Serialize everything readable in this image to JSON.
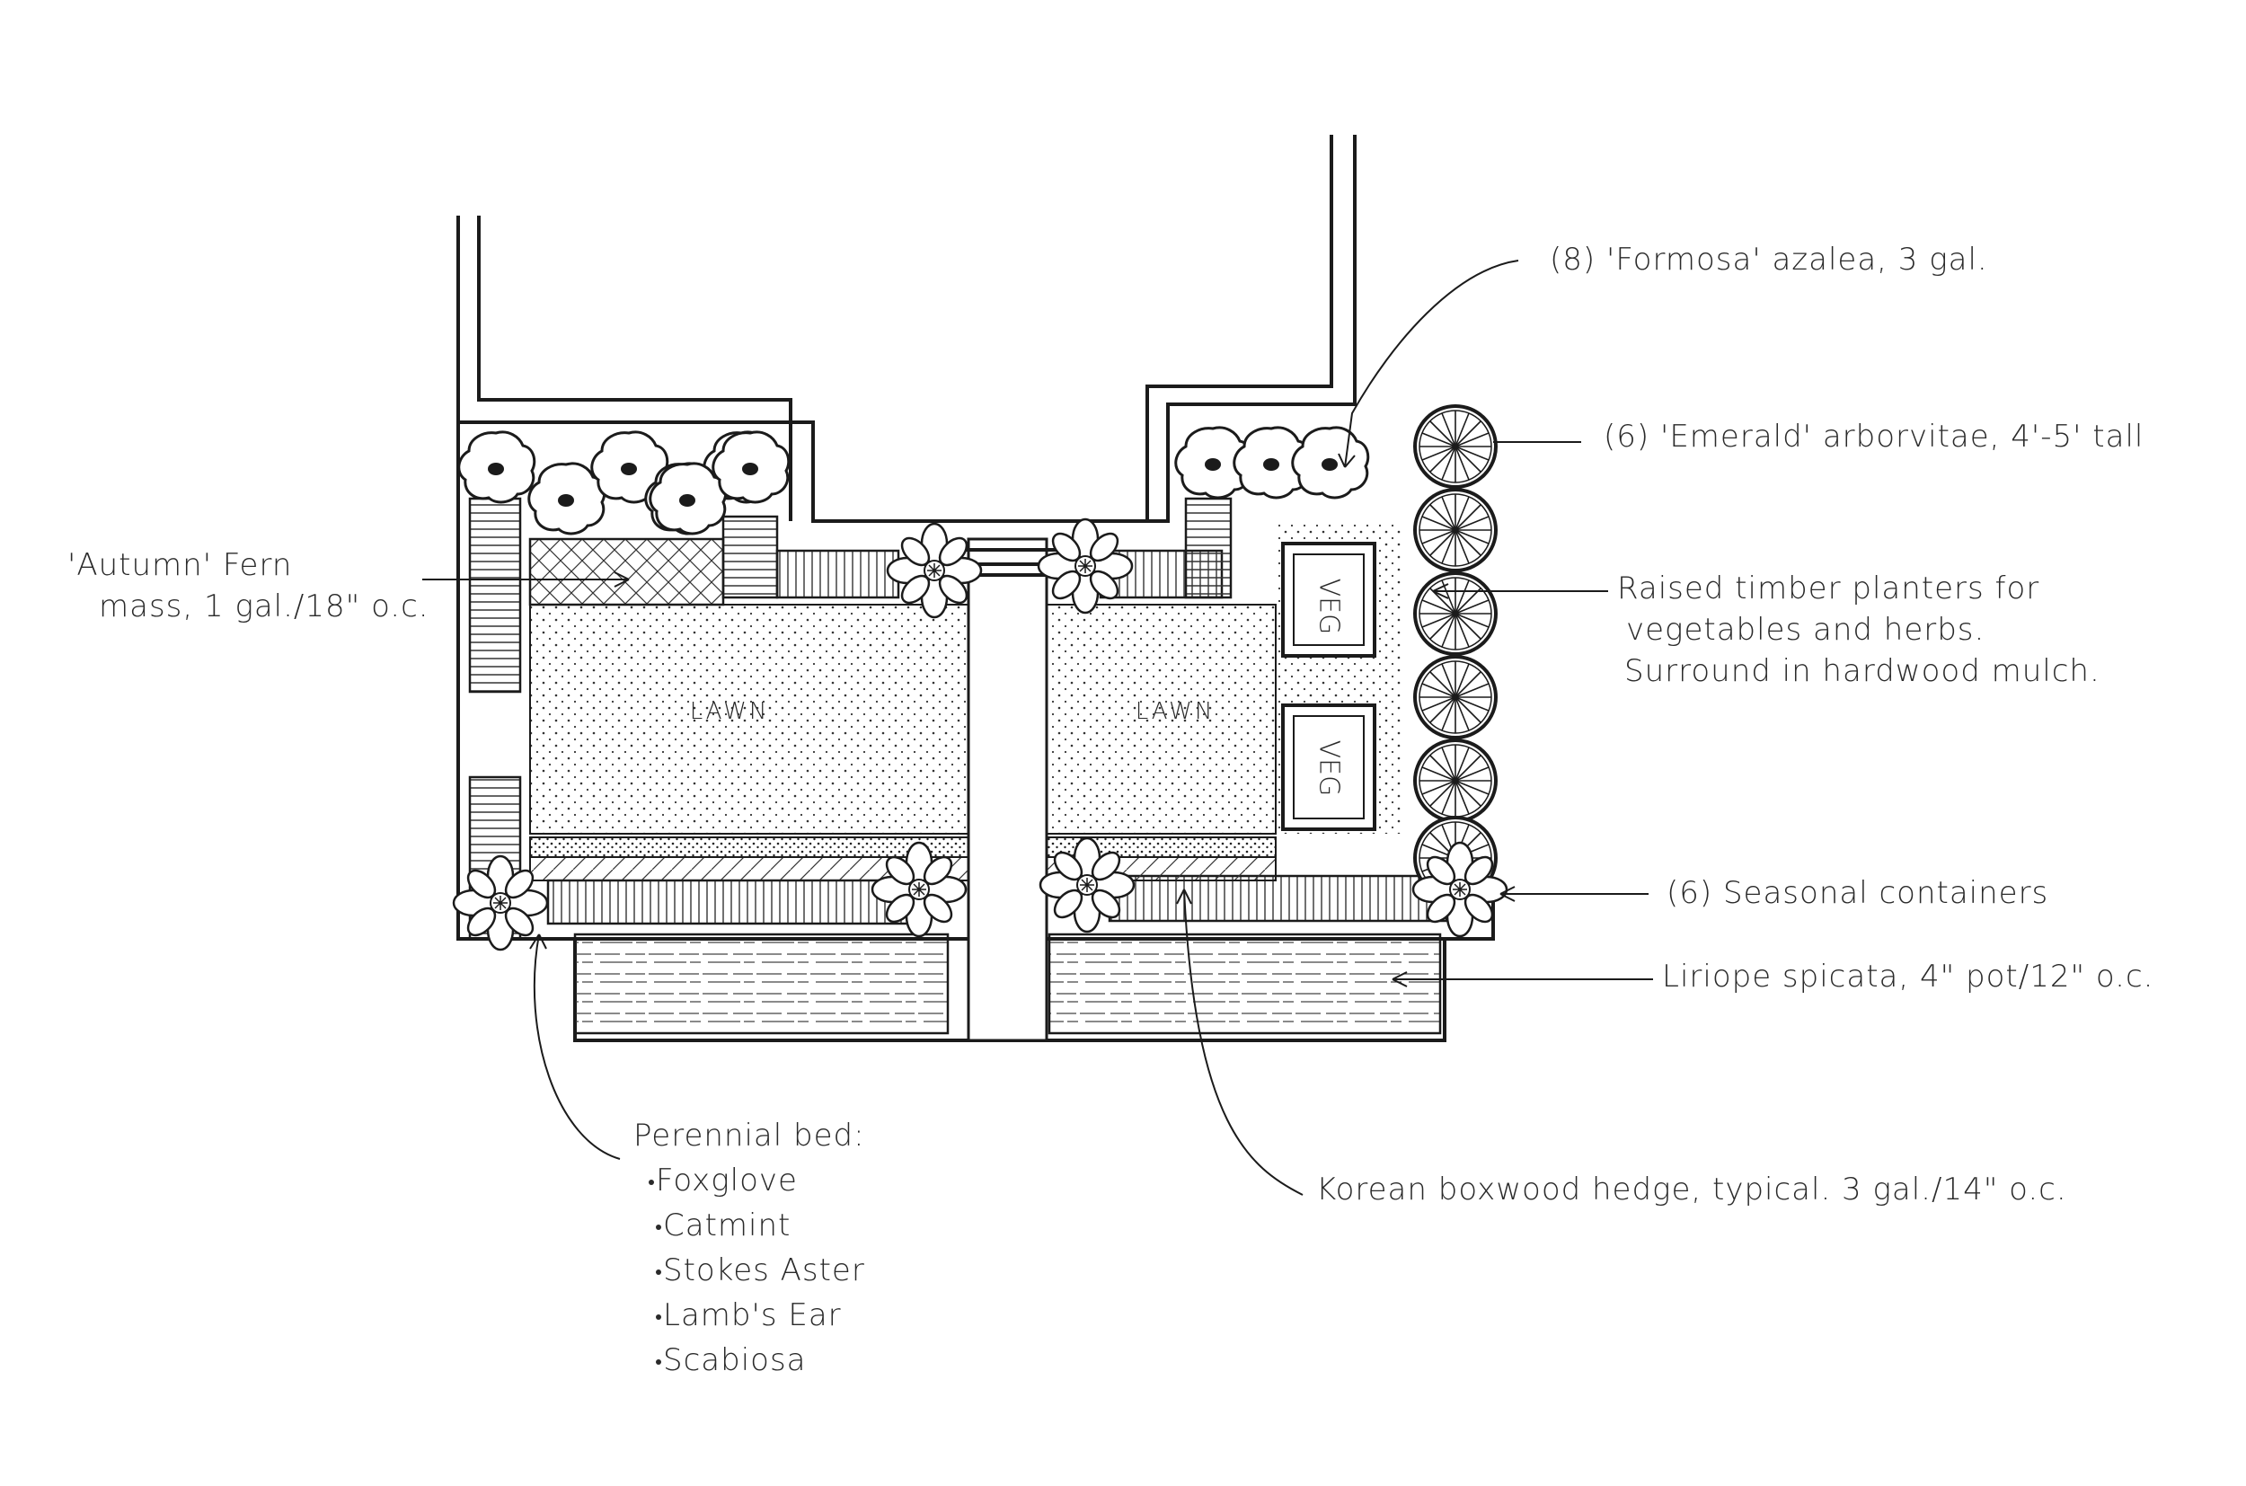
{
  "plan": {
    "lawn_left": "LAWN",
    "lawn_right": "LAWN",
    "veg_1": "VEG",
    "veg_2": "VEG"
  },
  "callouts": {
    "azalea": "(8) 'Formosa' azalea, 3 gal.",
    "arborvitae": "(6) 'Emerald' arborvitae, 4'-5' tall",
    "planters_1": "Raised timber planters for",
    "planters_2": "vegetables and herbs.",
    "planters_3": "Surround in hardwood mulch.",
    "containers": "(6) Seasonal containers",
    "liriope": "Liriope spicata, 4\" pot/12\" o.c.",
    "fern_1": "'Autumn' Fern",
    "fern_2": "mass, 1 gal./18\" o.c.",
    "boxwood": "Korean boxwood hedge, typical. 3 gal./14\" o.c."
  },
  "perennial_bed": {
    "title": "Perennial bed:",
    "items": [
      "Foxglove",
      "Catmint",
      "Stokes Aster",
      "Lamb's Ear",
      "Scabiosa"
    ]
  },
  "icons": [
    "shrub-icon",
    "evergreen-tree-icon",
    "seasonal-container-icon",
    "raised-planter-icon"
  ],
  "colors": {
    "ink": "#1b1b1b",
    "paper": "#ffffff"
  }
}
